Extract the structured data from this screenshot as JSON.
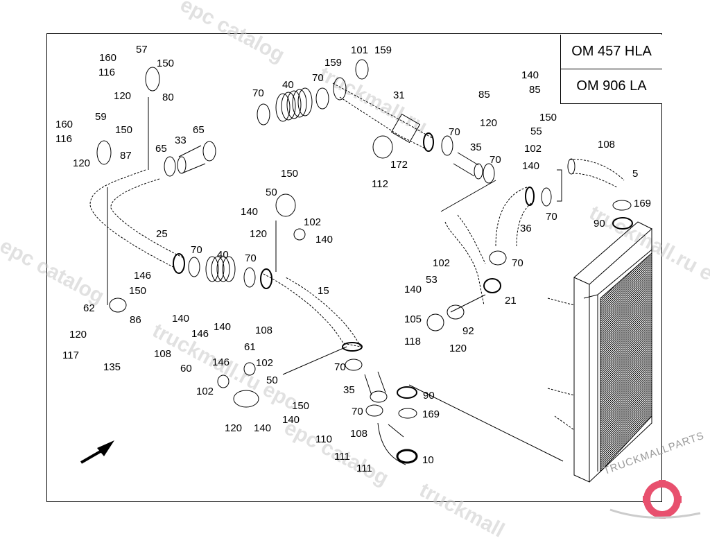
{
  "diagram": {
    "title_boxes": [
      "OM 457 HLA",
      "OM 906 LA"
    ],
    "watermarks": [
      "epc catalog",
      "truckmall.ru",
      "l epc catalog",
      "truckmall.ru e",
      "truckmall.ru epc",
      "epc catalog",
      "truckmall"
    ],
    "logo": {
      "text": "TRUCKMALLPARTS",
      "accent_color": "#e8506e"
    },
    "direction_arrow": "arrow-northeast",
    "callouts": [
      {
        "id": "c1",
        "label": "57"
      },
      {
        "id": "c2",
        "label": "160"
      },
      {
        "id": "c3",
        "label": "150"
      },
      {
        "id": "c4",
        "label": "116"
      },
      {
        "id": "c5",
        "label": "120"
      },
      {
        "id": "c6",
        "label": "80"
      },
      {
        "id": "c7",
        "label": "59"
      },
      {
        "id": "c8",
        "label": "160"
      },
      {
        "id": "c9",
        "label": "150"
      },
      {
        "id": "c10",
        "label": "116"
      },
      {
        "id": "c11",
        "label": "87"
      },
      {
        "id": "c12",
        "label": "120"
      },
      {
        "id": "c13",
        "label": "65"
      },
      {
        "id": "c14",
        "label": "33"
      },
      {
        "id": "c15",
        "label": "65"
      },
      {
        "id": "c16",
        "label": "25"
      },
      {
        "id": "c17",
        "label": "70"
      },
      {
        "id": "c18",
        "label": "40"
      },
      {
        "id": "c19",
        "label": "70"
      },
      {
        "id": "c20",
        "label": "146"
      },
      {
        "id": "c21",
        "label": "150"
      },
      {
        "id": "c22",
        "label": "62"
      },
      {
        "id": "c23",
        "label": "86"
      },
      {
        "id": "c24",
        "label": "120"
      },
      {
        "id": "c25",
        "label": "117"
      },
      {
        "id": "c26",
        "label": "135"
      },
      {
        "id": "c27",
        "label": "70"
      },
      {
        "id": "c28",
        "label": "40"
      },
      {
        "id": "c29",
        "label": "70"
      },
      {
        "id": "c30",
        "label": "159"
      },
      {
        "id": "c31",
        "label": "101"
      },
      {
        "id": "c32",
        "label": "159"
      },
      {
        "id": "c33",
        "label": "31"
      },
      {
        "id": "c34",
        "label": "172"
      },
      {
        "id": "c35",
        "label": "112"
      },
      {
        "id": "c36",
        "label": "150"
      },
      {
        "id": "c37",
        "label": "50"
      },
      {
        "id": "c38",
        "label": "140"
      },
      {
        "id": "c39",
        "label": "102"
      },
      {
        "id": "c40",
        "label": "120"
      },
      {
        "id": "c41",
        "label": "140"
      },
      {
        "id": "c42",
        "label": "15"
      },
      {
        "id": "c43",
        "label": "140"
      },
      {
        "id": "c44",
        "label": "85"
      },
      {
        "id": "c45",
        "label": "85"
      },
      {
        "id": "c46",
        "label": "150"
      },
      {
        "id": "c47",
        "label": "120"
      },
      {
        "id": "c48",
        "label": "55"
      },
      {
        "id": "c49",
        "label": "70"
      },
      {
        "id": "c50",
        "label": "35"
      },
      {
        "id": "c51",
        "label": "102"
      },
      {
        "id": "c52",
        "label": "70"
      },
      {
        "id": "c53",
        "label": "140"
      },
      {
        "id": "c54",
        "label": "108"
      },
      {
        "id": "c55",
        "label": "5"
      },
      {
        "id": "c56",
        "label": "169"
      },
      {
        "id": "c57",
        "label": "90"
      },
      {
        "id": "c58",
        "label": "70"
      },
      {
        "id": "c59",
        "label": "36"
      },
      {
        "id": "c60",
        "label": "70"
      },
      {
        "id": "c61",
        "label": "102"
      },
      {
        "id": "c62",
        "label": "53"
      },
      {
        "id": "c63",
        "label": "140"
      },
      {
        "id": "c64",
        "label": "21"
      },
      {
        "id": "c65",
        "label": "105"
      },
      {
        "id": "c66",
        "label": "92"
      },
      {
        "id": "c67",
        "label": "118"
      },
      {
        "id": "c68",
        "label": "120"
      },
      {
        "id": "c69",
        "label": "140"
      },
      {
        "id": "c70",
        "label": "146"
      },
      {
        "id": "c71",
        "label": "140"
      },
      {
        "id": "c72",
        "label": "108"
      },
      {
        "id": "c73",
        "label": "108"
      },
      {
        "id": "c74",
        "label": "61"
      },
      {
        "id": "c75",
        "label": "60"
      },
      {
        "id": "c76",
        "label": "146"
      },
      {
        "id": "c77",
        "label": "102"
      },
      {
        "id": "c78",
        "label": "50"
      },
      {
        "id": "c79",
        "label": "102"
      },
      {
        "id": "c80",
        "label": "150"
      },
      {
        "id": "c81",
        "label": "140"
      },
      {
        "id": "c82",
        "label": "120"
      },
      {
        "id": "c83",
        "label": "140"
      },
      {
        "id": "c84",
        "label": "70"
      },
      {
        "id": "c85",
        "label": "35"
      },
      {
        "id": "c86",
        "label": "70"
      },
      {
        "id": "c87",
        "label": "90"
      },
      {
        "id": "c88",
        "label": "169"
      },
      {
        "id": "c89",
        "label": "108"
      },
      {
        "id": "c90",
        "label": "110"
      },
      {
        "id": "c91",
        "label": "111"
      },
      {
        "id": "c92",
        "label": "111"
      },
      {
        "id": "c93",
        "label": "10"
      }
    ]
  }
}
